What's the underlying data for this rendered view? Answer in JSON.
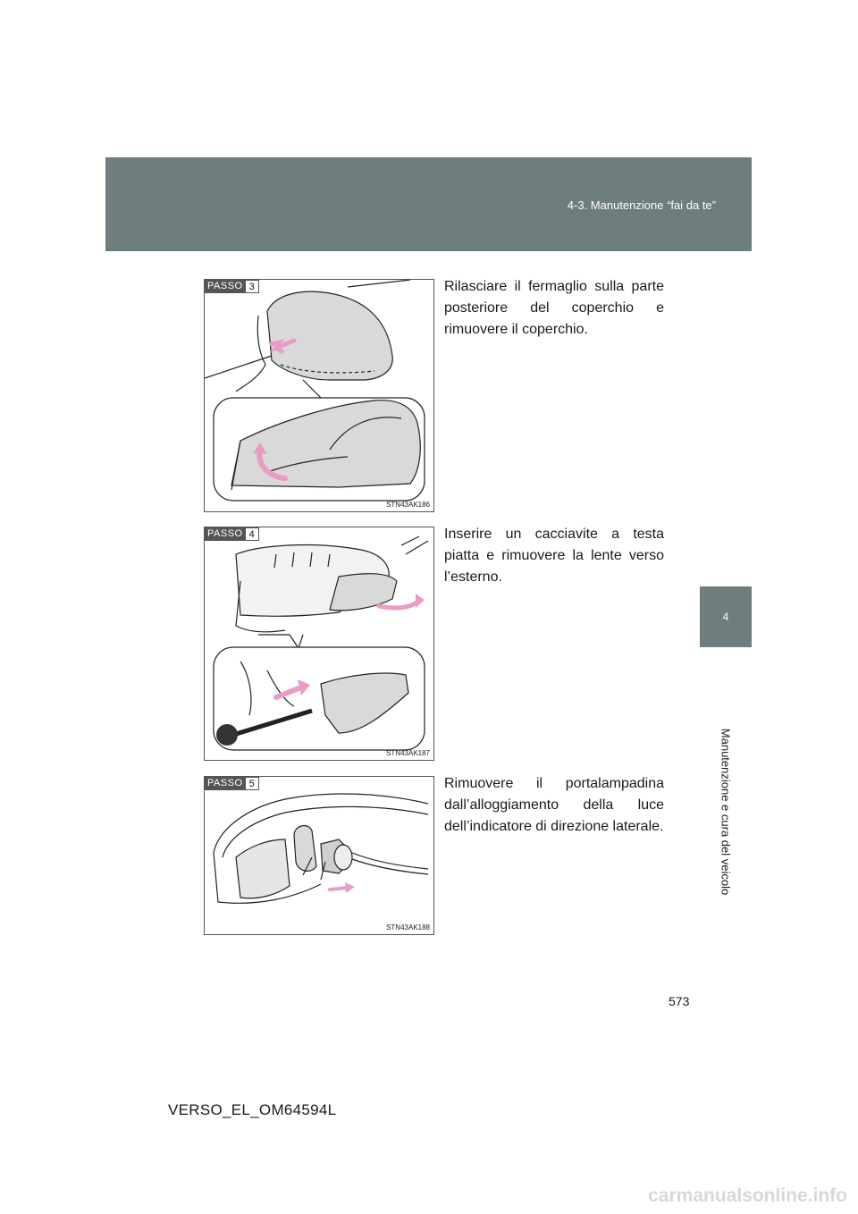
{
  "header": {
    "section": "4-3. Manutenzione “fai da te”"
  },
  "side_tab": {
    "number": "4",
    "label": "Manutenzione e cura del veicolo"
  },
  "steps": [
    {
      "badge": "PASSO",
      "number": "3",
      "image_code": "STN43AK186",
      "text": "Rilasciare il fermaglio sulla parte posteriore del coperchio e rimuovere il coperchio."
    },
    {
      "badge": "PASSO",
      "number": "4",
      "image_code": "STN43AK187",
      "text": "Inserire un cacciavite a testa piatta e rimuovere la lente verso l’esterno."
    },
    {
      "badge": "PASSO",
      "number": "5",
      "image_code": "STN43AK188",
      "text": "Rimuovere il portalampadina dall’alloggiamento della luce dell’indicatore di direzione laterale."
    }
  ],
  "footer": {
    "page_number": "573",
    "document_code": "VERSO_EL_OM64594L"
  },
  "watermark": "carmanualsonline.info",
  "colors": {
    "header_band": "#6e7d7d",
    "arrow": "#e89cc6",
    "badge": "#555555"
  }
}
